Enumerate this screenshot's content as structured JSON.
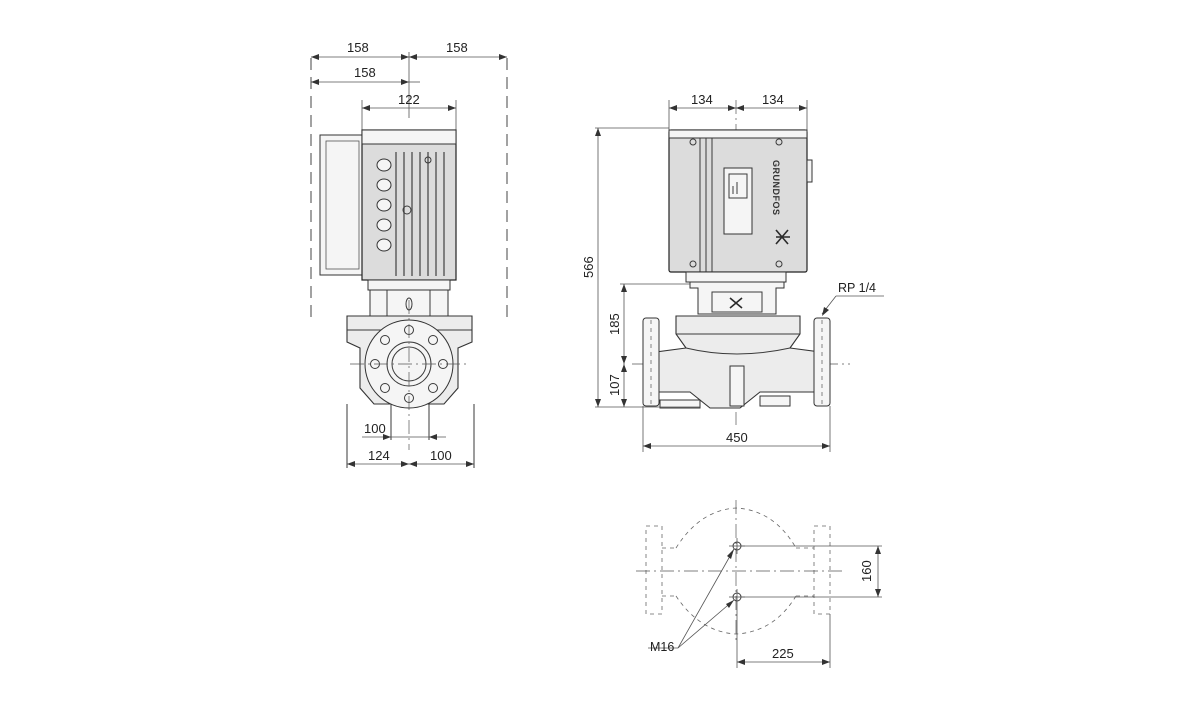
{
  "left_view": {
    "dim_top_left": "158",
    "dim_top_right": "158",
    "dim_top_left_inner": "158",
    "dim_motor_width": "122",
    "dim_foot_flange": "100",
    "dim_base_left": "124",
    "dim_base_right": "100"
  },
  "front_view": {
    "dim_motor_left": "134",
    "dim_motor_right": "134",
    "dim_height_total": "566",
    "dim_height_pipe": "185",
    "dim_height_base": "107",
    "dim_length": "450",
    "label_vent": "RP 1/4",
    "brand": "GRUNDFOS"
  },
  "bottom_view": {
    "dim_bolt_spacing": "160",
    "dim_bolt_offset": "225",
    "label_bolts": "M16"
  }
}
